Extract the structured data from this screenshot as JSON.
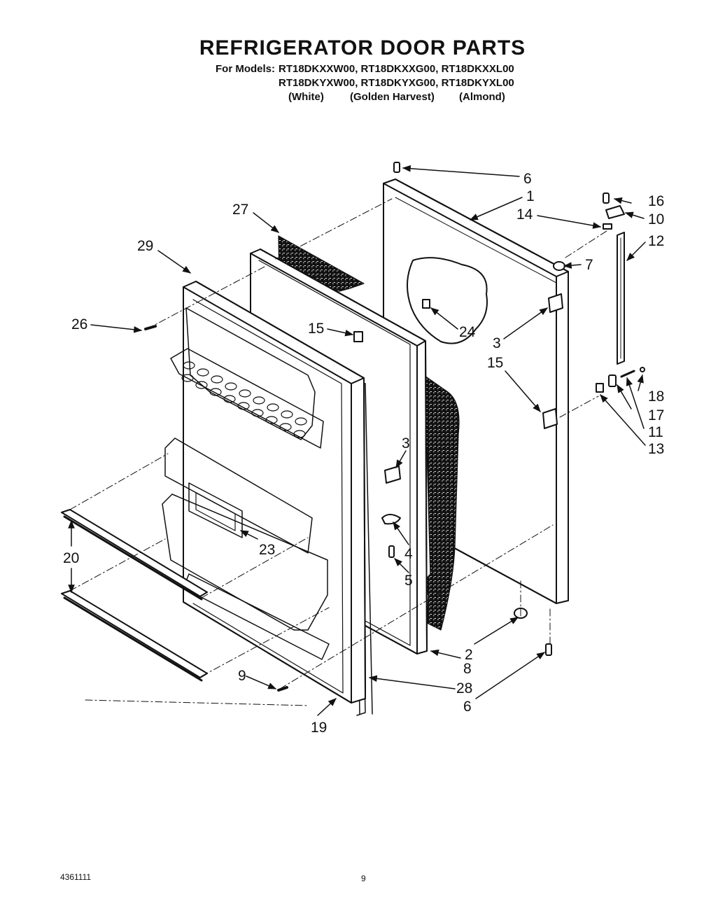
{
  "header": {
    "title": "REFRIGERATOR DOOR PARTS",
    "models_prefix": "For Models:",
    "models_row1": "RT18DKXXW00, RT18DKXXG00, RT18DKXXL00",
    "models_row2": "RT18DKYXW00, RT18DKYXG00, RT18DKYXL00",
    "colors": [
      "(White)",
      "(Golden Harvest)",
      "(Almond)"
    ]
  },
  "callouts": {
    "c6a": "6",
    "c1": "1",
    "c16": "16",
    "c14": "14",
    "c10": "10",
    "c27": "27",
    "c12": "12",
    "c7": "7",
    "c29": "29",
    "c24": "24",
    "c26": "26",
    "c15a": "15",
    "c3a": "3",
    "c15b": "15",
    "c18": "18",
    "c17": "17",
    "c11": "11",
    "c13": "13",
    "c3b": "3",
    "c4": "4",
    "c5": "5",
    "c20": "20",
    "c23": "23",
    "c2": "2",
    "c8": "8",
    "c9": "9",
    "c28": "28",
    "c6b": "6",
    "c19": "19"
  },
  "footer": {
    "part_number": "4361111",
    "page": "9"
  }
}
